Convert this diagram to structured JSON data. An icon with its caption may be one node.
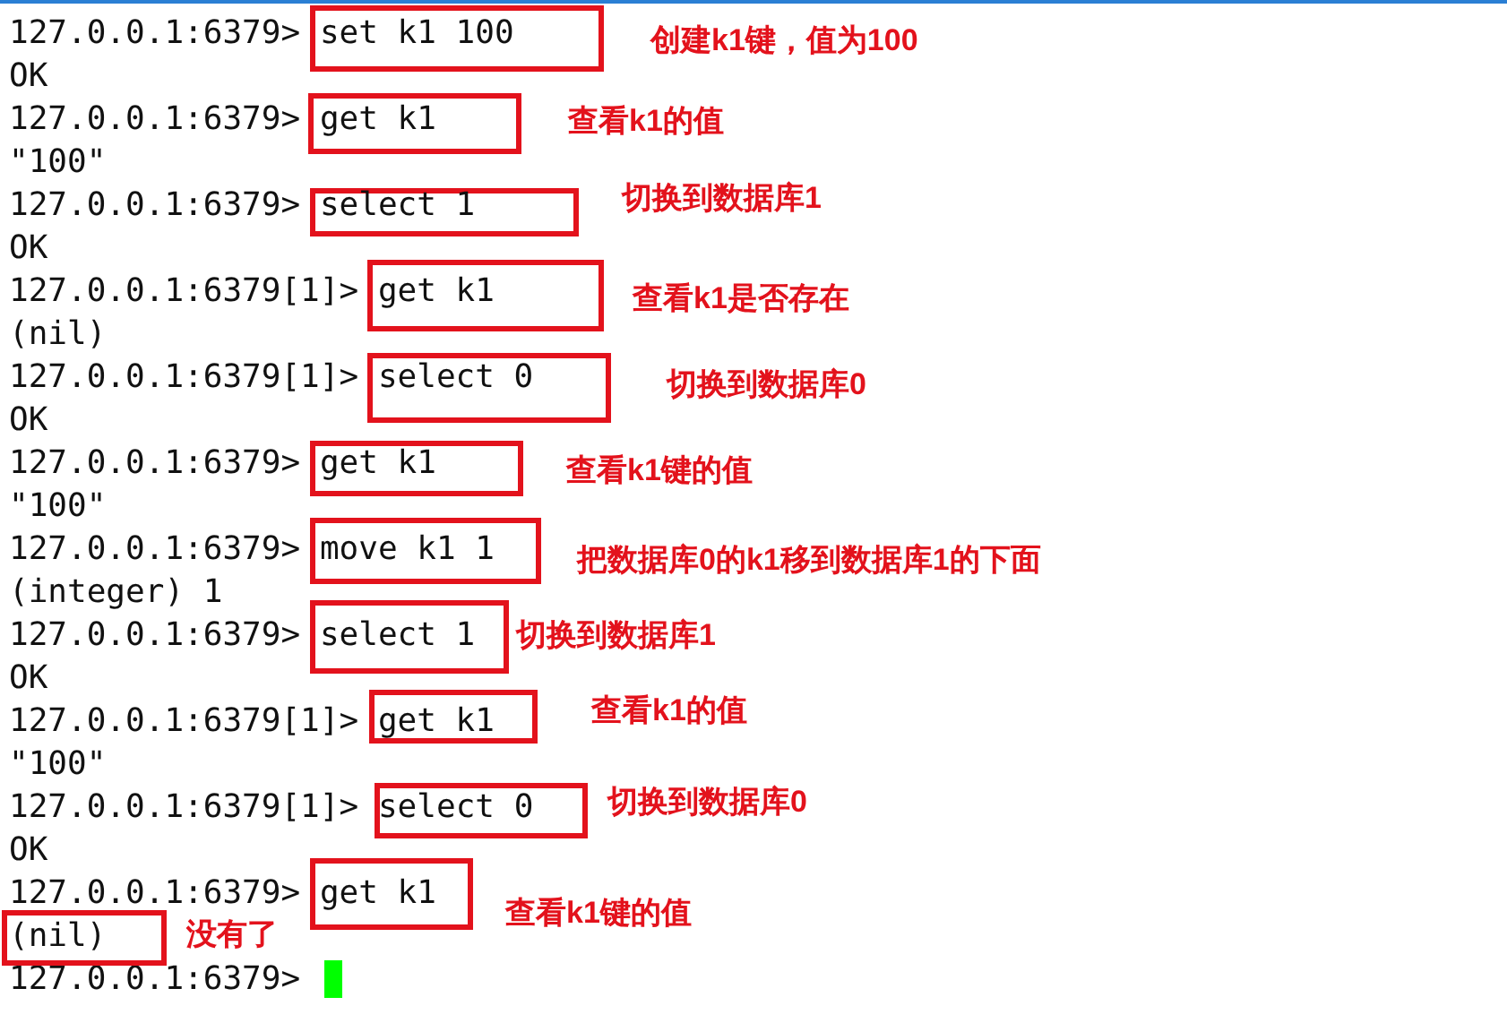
{
  "diagram": {
    "nodes": [
      {
        "text": [
          "set k1 100"
        ],
        "beside": [
          "创建k1键，值为100"
        ]
      },
      {
        "text": [
          "get k1"
        ],
        "beside": [
          "查看k1的值"
        ]
      },
      {
        "text": [
          "select 1"
        ],
        "beside": [
          "切换到数据库1"
        ]
      },
      {
        "text": [
          "get k1"
        ],
        "beside": [
          "查看k1是否存在"
        ]
      },
      {
        "text": [
          "select 0"
        ],
        "beside": [
          "切换到数据库0"
        ]
      },
      {
        "text": [
          "get k1"
        ],
        "beside": [
          "查看k1键的值"
        ]
      },
      {
        "text": [
          "move k1 1"
        ],
        "beside": [
          "把数据库0的k1移到数据库1的下面"
        ]
      },
      {
        "text": [
          "select 1"
        ],
        "beside": [
          "切换到数据库1"
        ]
      },
      {
        "text": [
          "get k1"
        ],
        "beside": [
          "查看k1的值"
        ]
      },
      {
        "text": [
          "select 0"
        ],
        "beside": [
          "切换到数据库0"
        ]
      },
      {
        "text": [
          "get k1"
        ],
        "beside": [
          "查看k1键的值"
        ]
      },
      {
        "text": [
          "(nil)"
        ],
        "beside": [
          "没有了"
        ]
      }
    ],
    "labels": [
      "127.0.0.1:6379>",
      "OK",
      "127.0.0.1:6379>",
      "\"100\"",
      "127.0.0.1:6379>",
      "OK",
      "127.0.0.1:6379[1]>",
      "(nil)",
      "127.0.0.1:6379[1]>",
      "OK",
      "127.0.0.1:6379>",
      "\"100\"",
      "127.0.0.1:6379>",
      "(integer) 1",
      "127.0.0.1:6379>",
      "OK",
      "127.0.0.1:6379[1]>",
      "\"100\"",
      "127.0.0.1:6379[1]>",
      "OK",
      "127.0.0.1:6379>",
      "127.0.0.1:6379>"
    ]
  }
}
